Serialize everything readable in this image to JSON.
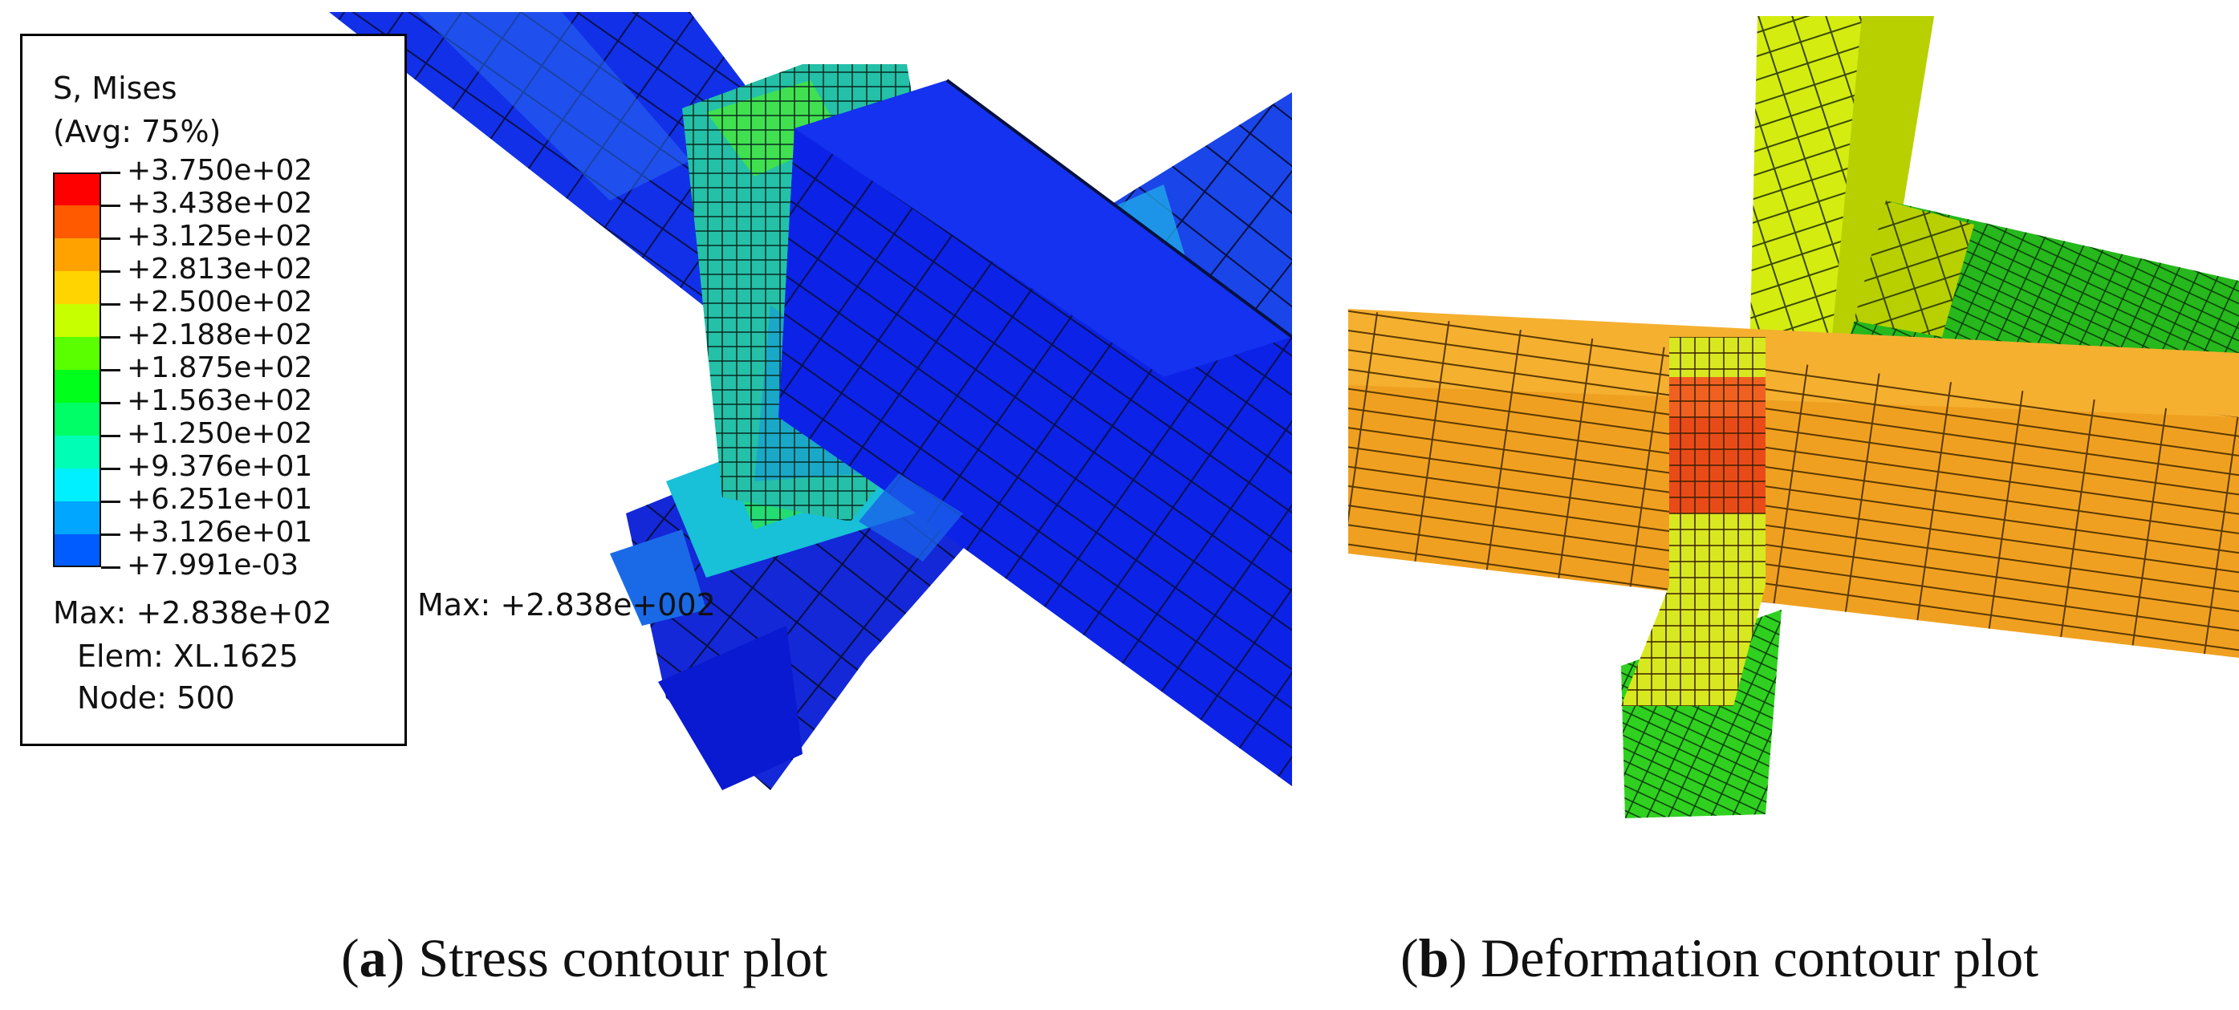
{
  "legend": {
    "title": "S, Mises",
    "subtitle": "(Avg: 75%)",
    "levels": [
      {
        "label": "+3.750e+02",
        "color": "#ff0000"
      },
      {
        "label": "+3.438e+02",
        "color": "#ff5a00"
      },
      {
        "label": "+3.125e+02",
        "color": "#ffa200"
      },
      {
        "label": "+2.813e+02",
        "color": "#ffd400"
      },
      {
        "label": "+2.500e+02",
        "color": "#c8ff00"
      },
      {
        "label": "+2.188e+02",
        "color": "#5aff00"
      },
      {
        "label": "+1.875e+02",
        "color": "#00ff1a"
      },
      {
        "label": "+1.563e+02",
        "color": "#00ff66"
      },
      {
        "label": "+1.250e+02",
        "color": "#00ffb4"
      },
      {
        "label": "+9.376e+01",
        "color": "#00f0ff"
      },
      {
        "label": "+6.251e+01",
        "color": "#00a6ff"
      },
      {
        "label": "+3.126e+01",
        "color": "#005cff"
      },
      {
        "label": "+7.991e-03",
        "color": "#0010ff"
      }
    ],
    "max_line": "Max: +2.838e+02",
    "elem_line": "Elem: XL.1625",
    "node_line": "Node: 500"
  },
  "annotation_max": "Max: +2.838e+002",
  "captions": {
    "a_letter": "a",
    "a_text": " Stress contour plot",
    "b_letter": "b",
    "b_text": " Deformation contour plot"
  },
  "colors": {
    "deep_blue": "#0a1ee6",
    "mid_blue": "#1c55f0",
    "orange": "#f5a623",
    "yellow_green": "#d8f000",
    "green": "#22c81e",
    "red": "#e84a10"
  }
}
